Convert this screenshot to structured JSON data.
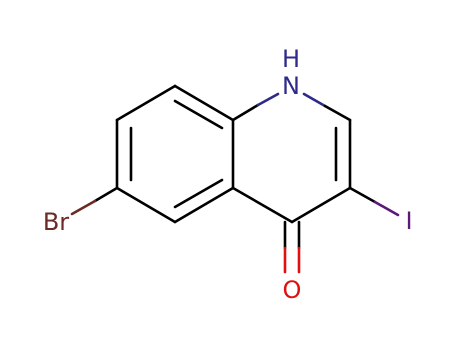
{
  "molecule": {
    "atoms": {
      "H": "H",
      "N": "N",
      "Br": "Br",
      "I": "I",
      "O": "O"
    }
  },
  "colors": {
    "carbon": "#000000",
    "nitrogen": "#2e2a8a",
    "bromine": "#6b2a24",
    "iodine": "#5c1a78",
    "oxygen": "#e01010"
  }
}
